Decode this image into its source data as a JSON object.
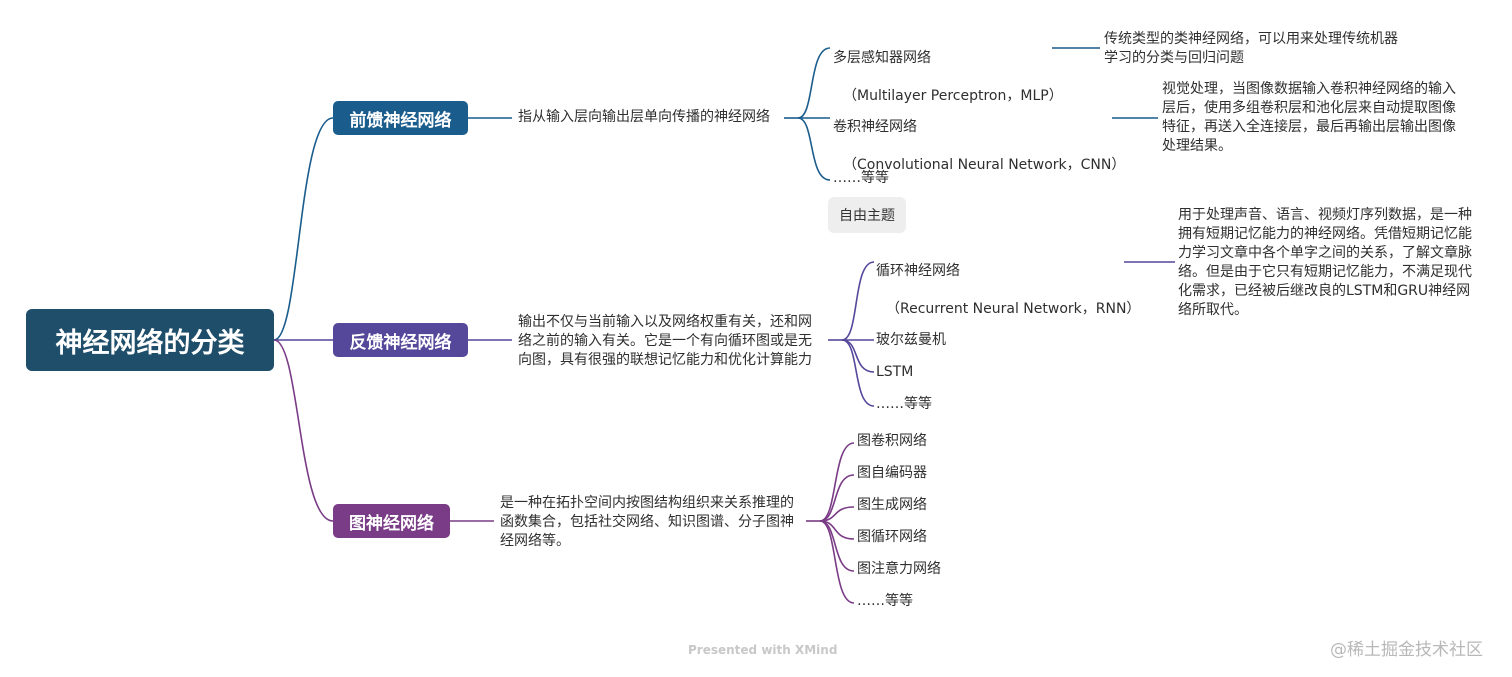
{
  "root": {
    "label": "神经网络的分类"
  },
  "colors": {
    "root": "#1f4e6a",
    "feedforward": "#1a5c8c",
    "feedback": "#55479a",
    "graph": "#7a3c86"
  },
  "feedforward": {
    "label": "前馈神经网络",
    "desc": "指从输入层向输出层单向传播的神经网络",
    "children": [
      {
        "line1": "多层感知器网络",
        "line2": "（Multilayer Perceptron，MLP）",
        "note": "传统类型的类神经网络，可以用来处理传统机器\n学习的分类与回归问题"
      },
      {
        "line1": "卷积神经网络",
        "line2": "（Convolutional Neural Network，CNN）",
        "note": "视觉处理，当图像数据输入卷积神经网络的输入\n层后，使用多组卷积层和池化层来自动提取图像\n特征，再送入全连接层，最后再输出层输出图像\n处理结果。"
      },
      {
        "line1": "……等等"
      }
    ]
  },
  "floating_topic": "自由主题",
  "feedback": {
    "label": "反馈神经网络",
    "desc": "输出不仅与当前输入以及网络权重有关，还和网\n络之前的输入有关。它是一个有向循环图或是无\n向图，具有很强的联想记忆能力和优化计算能力",
    "children": [
      {
        "line1": "循环神经网络",
        "line2": "（Recurrent Neural Network，RNN）",
        "note": "用于处理声音、语言、视频灯序列数据，是一种\n拥有短期记忆能力的神经网络。凭借短期记忆能\n力学习文章中各个单字之间的关系，了解文章脉\n络。但是由于它只有短期记忆能力，不满足现代\n化需求，已经被后继改良的LSTM和GRU神经网\n络所取代。"
      },
      {
        "line1": "玻尔兹曼机"
      },
      {
        "line1": "LSTM"
      },
      {
        "line1": "……等等"
      }
    ]
  },
  "graph": {
    "label": "图神经网络",
    "desc": "是一种在拓扑空间内按图结构组织来关系推理的\n函数集合，包括社交网络、知识图谱、分子图神\n经网络等。",
    "children": [
      {
        "line1": "图卷积网络"
      },
      {
        "line1": "图自编码器"
      },
      {
        "line1": "图生成网络"
      },
      {
        "line1": "图循环网络"
      },
      {
        "line1": "图注意力网络"
      },
      {
        "line1": "……等等"
      }
    ]
  },
  "footer": "Presented with XMind",
  "watermark": "@稀土掘金技术社区"
}
